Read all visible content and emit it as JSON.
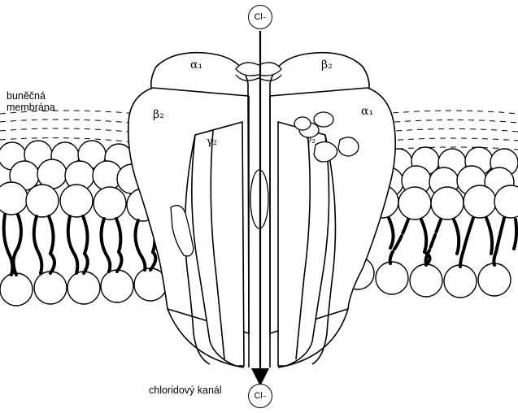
{
  "labels": {
    "membrane": "buněčná membrána",
    "channel": "chloridový kanál",
    "ion_symbol": "Cl",
    "ion_charge": "−"
  },
  "subunits": {
    "top_left": "α₁",
    "top_right": "β₂",
    "mid_left": "β₂",
    "mid_right": "α₁",
    "inner_left": "γ₂",
    "inner_right": "γ₂"
  },
  "colors": {
    "stroke": "#000000",
    "fill": "#ffffff"
  }
}
